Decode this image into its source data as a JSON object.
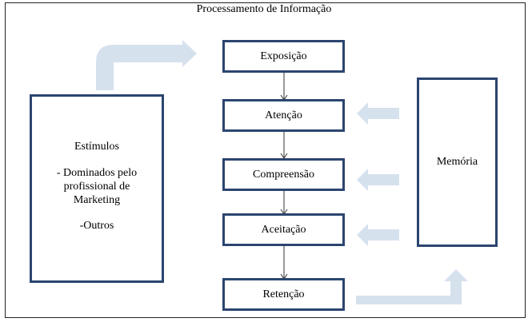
{
  "title": "Processamento de Informação",
  "stimulus": {
    "heading": "Estímulos",
    "line1": "- Dominados pelo",
    "line2": "profissional de",
    "line3": "Marketing",
    "line4": "-Outros"
  },
  "steps": [
    "Exposição",
    "Atenção",
    "Compreensão",
    "Aceitação",
    "Retenção"
  ],
  "memory": "Memória",
  "colors": {
    "box_border": "#2b4570",
    "arrow_fill": "#d6e1ee",
    "connector": "#333333"
  }
}
